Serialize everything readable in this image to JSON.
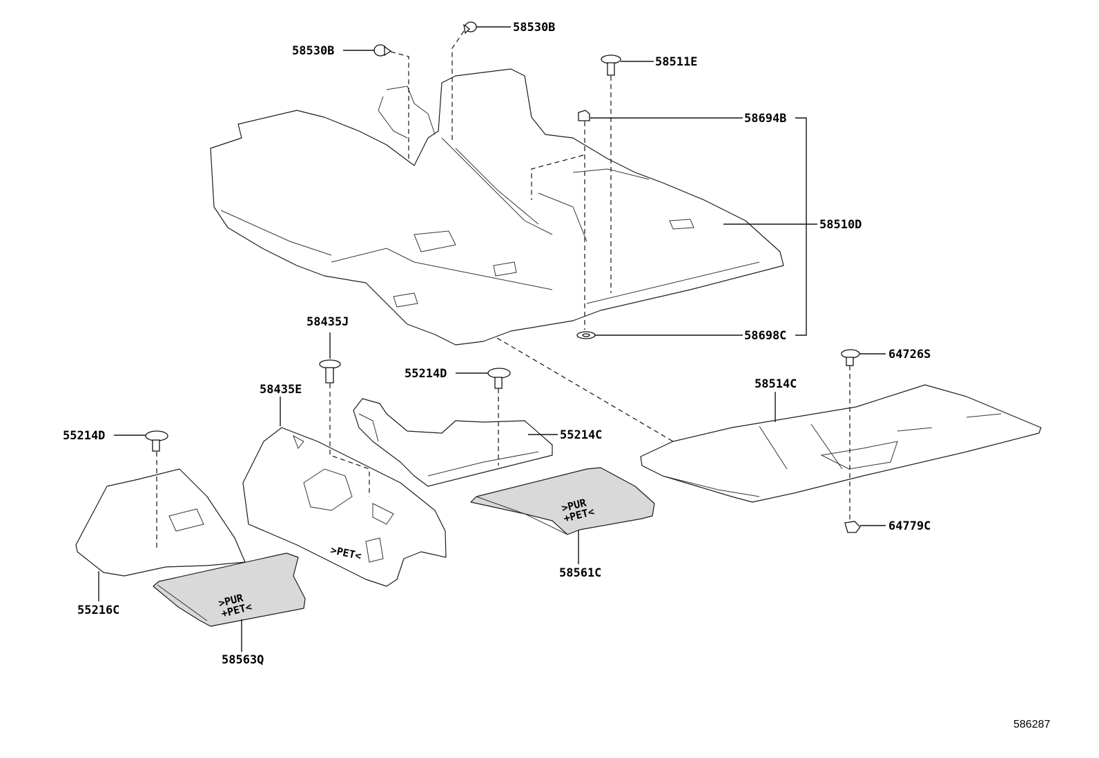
{
  "parts": {
    "p58530B_a": "58530B",
    "p58530B_b": "58530B",
    "p58511E": "58511E",
    "p58694B": "58694B",
    "p58510D": "58510D",
    "p58698C": "58698C",
    "p58435J": "58435J",
    "p58435E": "58435E",
    "p55214D_a": "55214D",
    "p55214C": "55214C",
    "p55214D_b": "55214D",
    "p58514C": "58514C",
    "p64726S": "64726S",
    "p64779C": "64779C",
    "p55216C": "55216C",
    "p58561C": "58561C",
    "p58563Q": "58563Q"
  },
  "stamps": {
    "pur": ">PUR",
    "pet_plus": "+PET<",
    "pet": ">PET<"
  },
  "reference_number": "586287"
}
